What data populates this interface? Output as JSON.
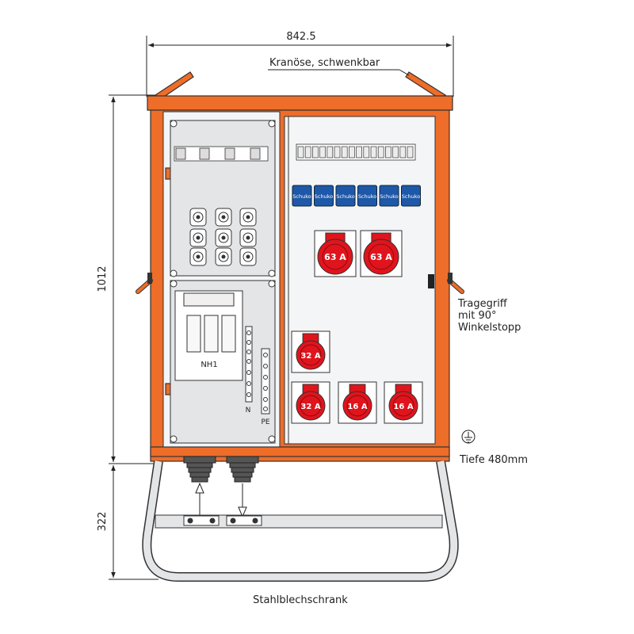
{
  "labels": {
    "width": "842.5",
    "height": "1012",
    "foot_height": "322",
    "crane_eye": "Kranöse, schwenkbar",
    "handle_line1": "Tragegriff",
    "handle_line2": "mit 90°",
    "handle_line3": "Winkelstopp",
    "depth": "Tiefe 480mm",
    "cabinet": "Stahlblechschrank",
    "fuse": "NH1",
    "neutral": "N",
    "earth": "PE"
  },
  "schuko": [
    "Schuko",
    "Schuko",
    "Schuko",
    "Schuko",
    "Schuko",
    "Schuko"
  ],
  "sockets": [
    "63 A",
    "63 A",
    "32 A",
    "32 A",
    "16 A",
    "16 A"
  ],
  "colors": {
    "cabinet": "#ee6d28",
    "panel": "#e3e5e7",
    "schuko": "#1e58a8",
    "socket": "#e0141c"
  }
}
